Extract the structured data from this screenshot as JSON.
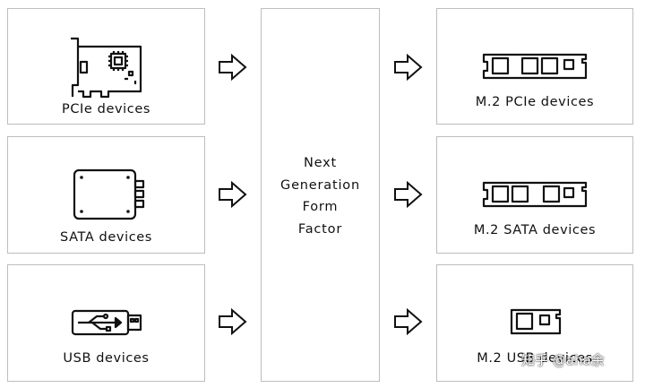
{
  "left": {
    "pcie_label": "PCIe devices",
    "sata_label": "SATA devices",
    "usb_label": "USB devices"
  },
  "center": {
    "lines": [
      "Next",
      "Generation",
      "Form",
      "Factor"
    ]
  },
  "right": {
    "m2_pcie_label": "M.2 PCIe devices",
    "m2_sata_label": "M.2 SATA devices",
    "m2_usb_label": "M.2 USB devices"
  },
  "watermark": "知乎 @aha余",
  "icons": {
    "pcie": "pcie-card-icon",
    "sata": "ssd-drive-icon",
    "usb": "usb-stick-icon",
    "m2_pcie": "m2-card-icon",
    "m2_sata": "m2-card-icon",
    "m2_usb": "m2-small-card-icon",
    "arrow": "right-arrow-icon"
  }
}
